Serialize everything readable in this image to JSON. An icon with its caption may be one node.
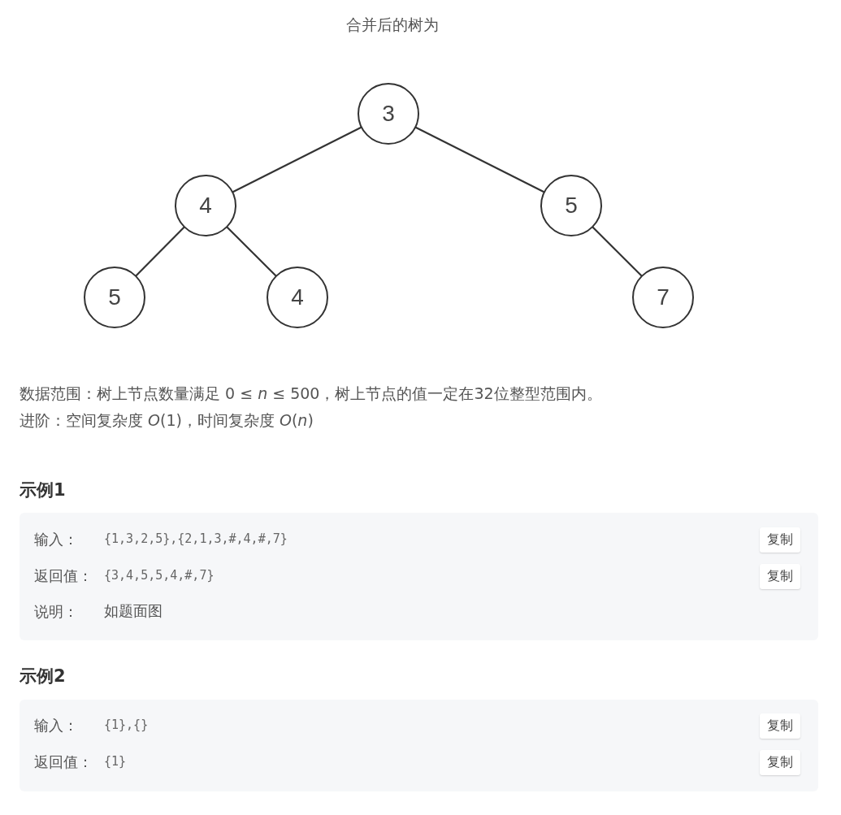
{
  "diagram": {
    "title": "合并后的树为",
    "nodes": [
      {
        "text": [
          "3"
        ]
      },
      {
        "text": [
          "4"
        ]
      },
      {
        "text": [
          "5"
        ]
      },
      {
        "text": [
          "5"
        ]
      },
      {
        "text": [
          "4"
        ]
      },
      {
        "text": [
          "7"
        ]
      }
    ],
    "edges": [
      {
        "from": 0,
        "to": 1,
        "arrow": "none"
      },
      {
        "from": 0,
        "to": 2,
        "arrow": "none"
      },
      {
        "from": 1,
        "to": 3,
        "arrow": "none"
      },
      {
        "from": 1,
        "to": 4,
        "arrow": "none"
      },
      {
        "from": 2,
        "to": 5,
        "arrow": "none"
      }
    ],
    "labels": [
      "数据范围：树上节点数量满足 0 ≤ *n* ≤ 500，树上节点的值一定在32位整型范围内。",
      "进阶：空间复杂度 *O*(1)，时间复杂度 *O*(*n*)",
      "示例1",
      "输入：",
      "{1,3,2,5},{2,1,3,#,4,#,7}",
      "复制",
      "返回值：",
      "{3,4,5,5,4,#,7}",
      "复制",
      "说明：",
      "如题面图",
      "示例2",
      "输入：",
      "{1},{}",
      "复制",
      "返回值：",
      "{1}",
      "复制"
    ]
  }
}
